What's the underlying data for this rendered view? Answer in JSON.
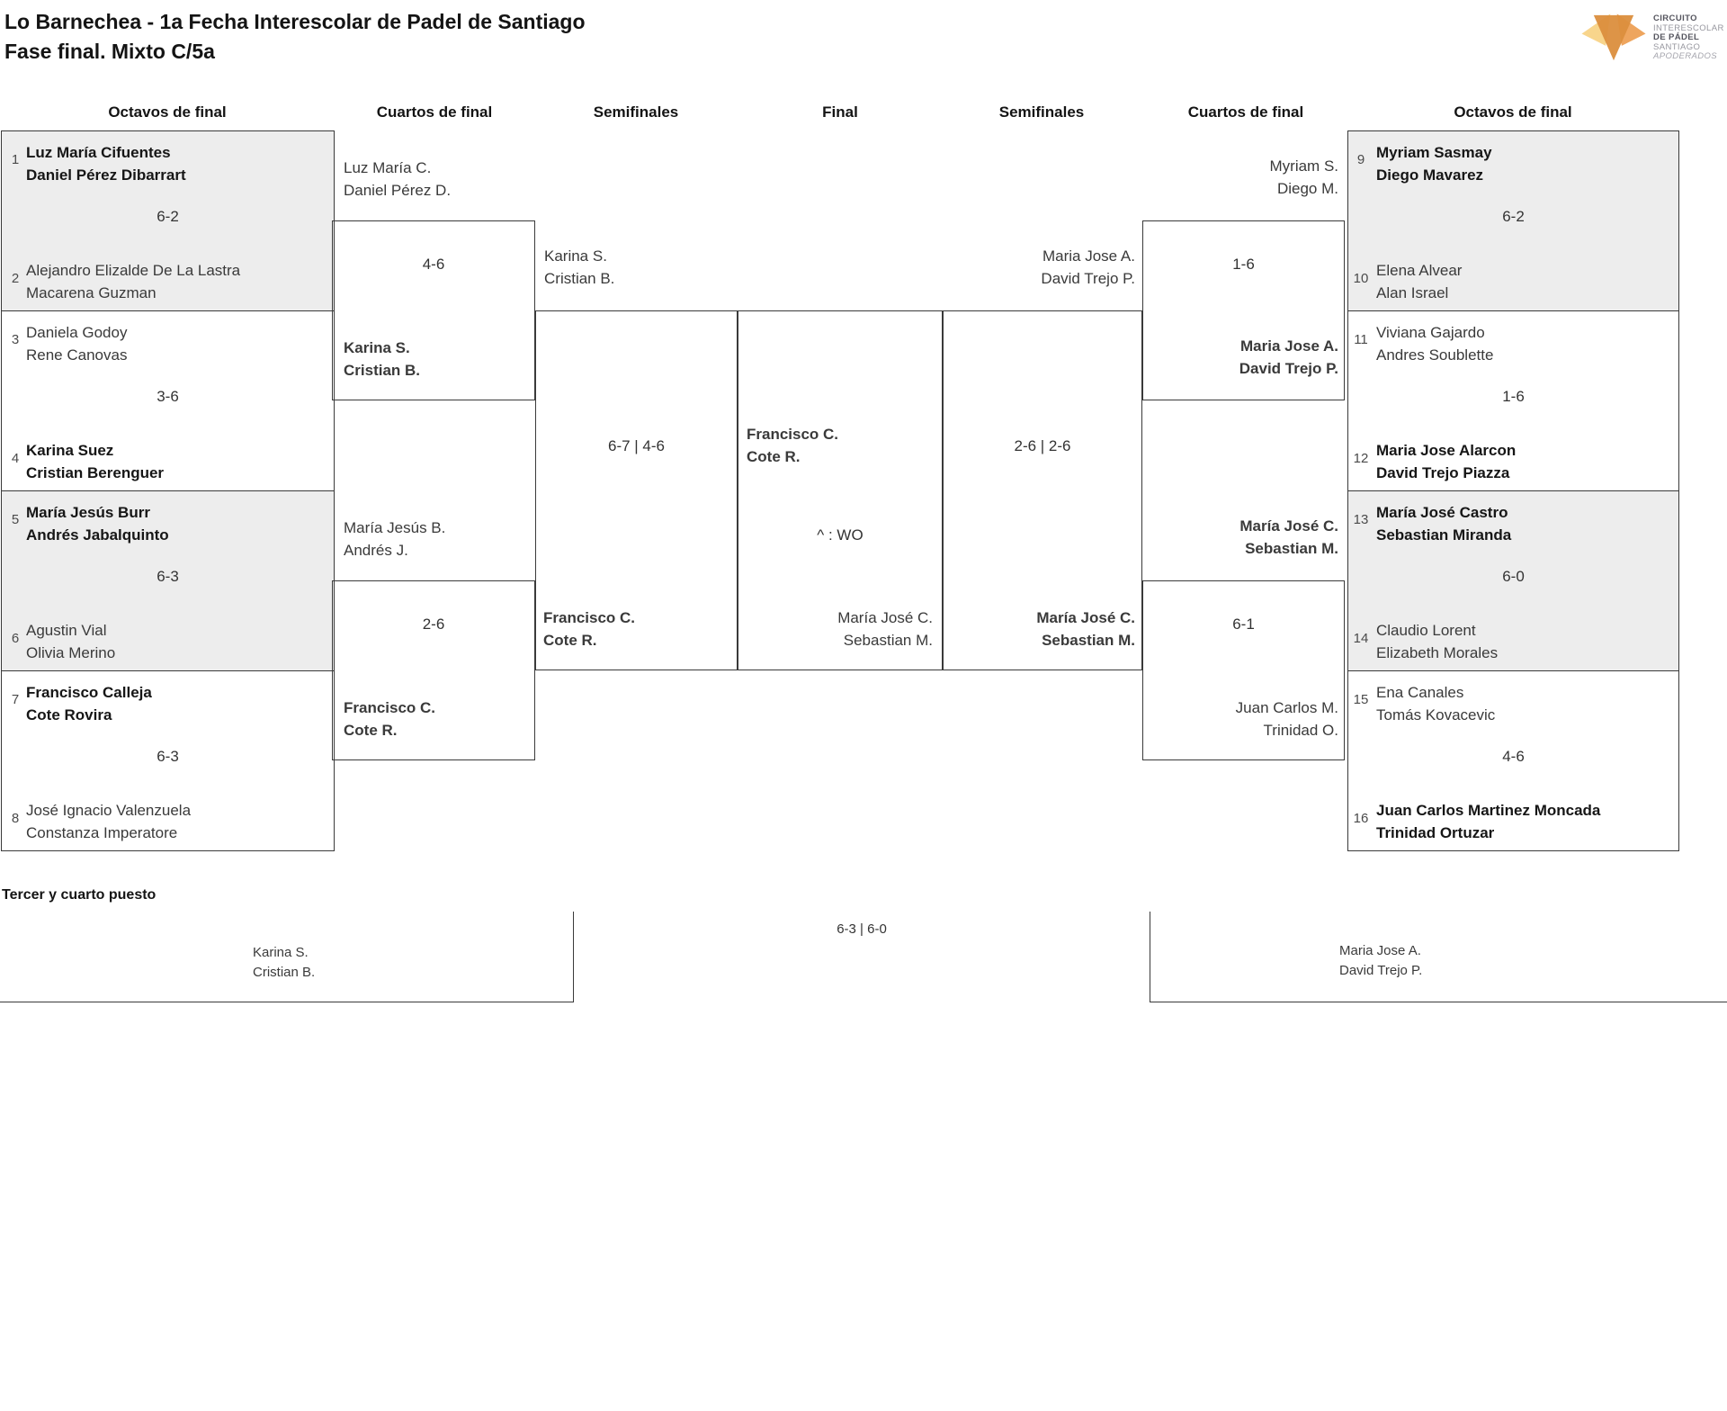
{
  "title": {
    "line1": "Lo Barnechea - 1a Fecha Interescolar de Padel de Santiago",
    "line2": "Fase final. Mixto C/5a"
  },
  "logo": {
    "l1": "CIRCUITO",
    "l2": "INTERESCOLAR",
    "l3": "DE PÁDEL",
    "l4": "SANTIAGO",
    "l5": "APODERADOS"
  },
  "headers": {
    "h1": "Octavos de final",
    "h2": "Cuartos de final",
    "h3": "Semifinales",
    "h4": "Final",
    "h5": "Semifinales",
    "h6": "Cuartos de final",
    "h7": "Octavos de final"
  },
  "bracket": {
    "oct_l1": {
      "seed_top": "1",
      "top1": "Luz María Cifuentes",
      "top2": "Daniel Pérez Dibarrart",
      "score": "6-2",
      "seed_bot": "2",
      "bot1": "Alejandro Elizalde De La Lastra",
      "bot2": "Macarena Guzman"
    },
    "oct_l2": {
      "seed_top": "3",
      "top1": "Daniela Godoy",
      "top2": "Rene Canovas",
      "score": "3-6",
      "seed_bot": "4",
      "bot1": "Karina Suez",
      "bot2": "Cristian Berenguer"
    },
    "oct_l3": {
      "seed_top": "5",
      "top1": "María Jesús Burr",
      "top2": "Andrés Jabalquinto",
      "score": "6-3",
      "seed_bot": "6",
      "bot1": "Agustin Vial",
      "bot2": "Olivia Merino"
    },
    "oct_l4": {
      "seed_top": "7",
      "top1": "Francisco Calleja",
      "top2": "Cote Rovira",
      "score": "6-3",
      "seed_bot": "8",
      "bot1": "José Ignacio Valenzuela",
      "bot2": "Constanza Imperatore"
    },
    "qf_l1": {
      "top1": "Luz María C.",
      "top2": "Daniel Pérez D.",
      "score": "4-6",
      "bot1": "Karina S.",
      "bot2": "Cristian B."
    },
    "qf_l2": {
      "top1": "María Jesús B.",
      "top2": "Andrés J.",
      "score": "2-6",
      "bot1": "Francisco C.",
      "bot2": "Cote R."
    },
    "sf_l": {
      "top1": "Karina S.",
      "top2": "Cristian B.",
      "score": "6-7 | 4-6",
      "bot1": "Francisco C.",
      "bot2": "Cote R."
    },
    "final": {
      "top1": "Francisco C.",
      "top2": "Cote R.",
      "score": "^ : WO",
      "bot1": "María José C.",
      "bot2": "Sebastian M."
    },
    "sf_r": {
      "top1": "Maria Jose A.",
      "top2": "David Trejo P.",
      "score": "2-6 | 2-6",
      "bot1": "María José C.",
      "bot2": "Sebastian M."
    },
    "qf_r1": {
      "top1": "Myriam S.",
      "top2": "Diego M.",
      "score": "1-6",
      "bot1": "Maria Jose A.",
      "bot2": "David Trejo P."
    },
    "qf_r2": {
      "top1": "María José C.",
      "top2": "Sebastian M.",
      "score": "6-1",
      "bot1": "Juan Carlos M.",
      "bot2": "Trinidad O."
    },
    "oct_r1": {
      "seed_top": "9",
      "top1": "Myriam Sasmay",
      "top2": "Diego Mavarez",
      "score": "6-2",
      "seed_bot": "10",
      "bot1": "Elena Alvear",
      "bot2": "Alan Israel"
    },
    "oct_r2": {
      "seed_top": "11",
      "top1": "Viviana Gajardo",
      "top2": "Andres Soublette",
      "score": "1-6",
      "seed_bot": "12",
      "bot1": "Maria Jose Alarcon",
      "bot2": "David Trejo Piazza"
    },
    "oct_r3": {
      "seed_top": "13",
      "top1": "María José Castro",
      "top2": "Sebastian Miranda",
      "score": "6-0",
      "seed_bot": "14",
      "bot1": "Claudio Lorent",
      "bot2": "Elizabeth Morales"
    },
    "oct_r4": {
      "seed_top": "15",
      "top1": "Ena Canales",
      "top2": "Tomás Kovacevic",
      "score": "4-6",
      "seed_bot": "16",
      "bot1": "Juan Carlos Martinez Moncada",
      "bot2": "Trinidad Ortuzar"
    }
  },
  "third_place": {
    "title": "Tercer y cuarto puesto",
    "left1": "Karina S.",
    "left2": "Cristian B.",
    "score": "6-3 | 6-0",
    "right1": "Maria Jose A.",
    "right2": "David Trejo P."
  }
}
